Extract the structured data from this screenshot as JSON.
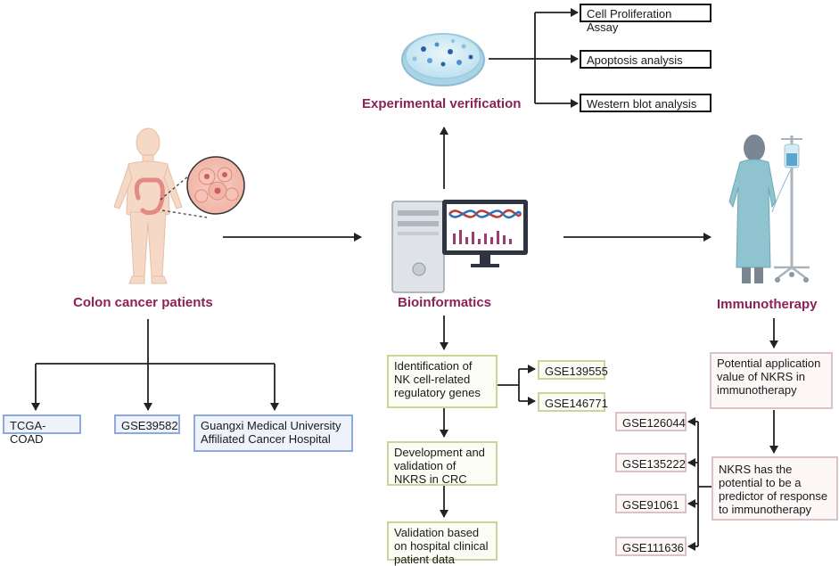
{
  "labels": {
    "colon": "Colon cancer patients",
    "bioinformatics": "Bioinformatics",
    "experimental": "Experimental verification",
    "immunotherapy": "Immunotherapy"
  },
  "experimental_boxes": [
    "Cell Proliferation Assay",
    "Apoptosis analysis",
    "Western blot analysis"
  ],
  "datasets": {
    "tcga": "TCGA-COAD",
    "gse39582": "GSE39582",
    "hospital": "Guangxi Medical University Affiliated Cancer Hospital"
  },
  "bio_steps": {
    "identification": "Identification of NK cell-related regulatory genes",
    "development": "Development and validation of NKRS in CRC",
    "validation": "Validation based on hospital clinical patient data"
  },
  "gse_bio": [
    "GSE139555",
    "GSE146771"
  ],
  "immuno_steps": {
    "potential": "Potential application value of NKRS in immunotherapy",
    "predictor": "NKRS has the potential to be a predictor of response to immunotherapy"
  },
  "gse_immuno": [
    "GSE126044",
    "GSE135222",
    "GSE91061",
    "GSE111636"
  ],
  "colors": {
    "label": "#8b2157",
    "blue_border": "#8eaadb",
    "green_border": "#c5d89a",
    "pink_border": "#dcc3c3"
  }
}
